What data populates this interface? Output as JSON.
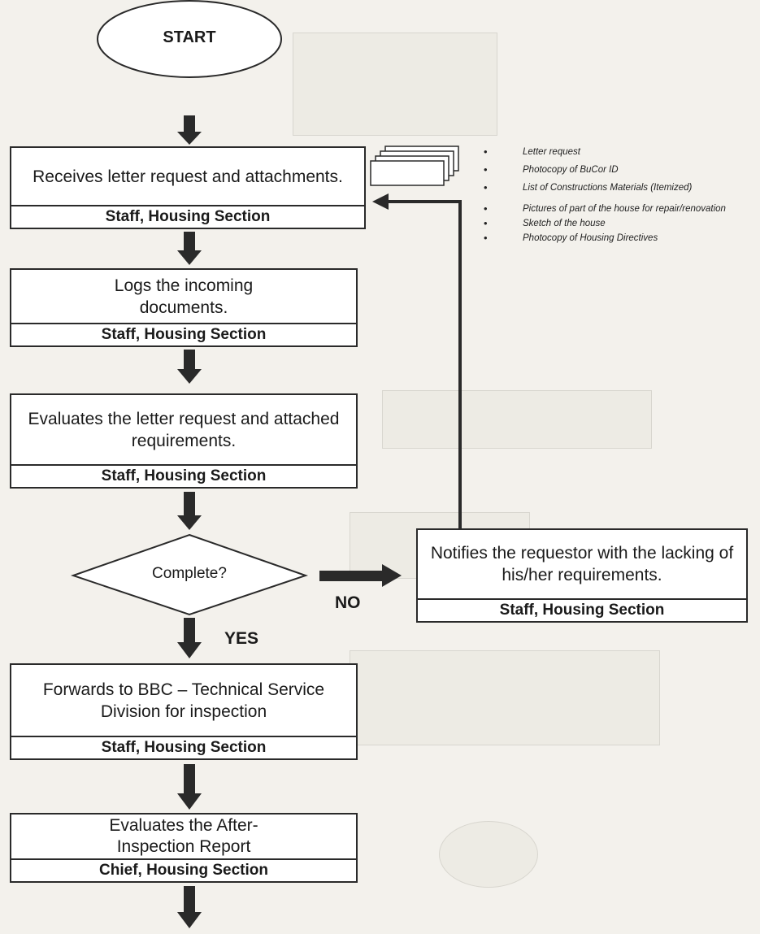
{
  "start_label": "START",
  "decision_label": "Complete?",
  "yes_label": "YES",
  "no_label": "NO",
  "steps": [
    {
      "text": "Receives letter request and attachments.",
      "owner": "Staff, Housing Section"
    },
    {
      "text": "Logs the incoming documents.",
      "owner": "Staff, Housing Section"
    },
    {
      "text": "Evaluates the letter request and attached requirements.",
      "owner": "Staff, Housing Section"
    },
    {
      "text": "Forwards to BBC – Technical Service Division for inspection",
      "owner": "Staff, Housing Section"
    },
    {
      "text": "Evaluates the After-Inspection Report",
      "owner": "Chief, Housing Section"
    }
  ],
  "notify": {
    "text": "Notifies the requestor with the lacking of his/her requirements.",
    "owner": "Staff, Housing Section"
  },
  "documents": [
    "Letter request",
    "Photocopy of BuCor ID",
    "List of Constructions Materials (Itemized)",
    "Pictures of part of the house for repair/renovation",
    "Sketch of the house",
    "Photocopy of Housing Directives"
  ],
  "colors": {
    "line": "#2a2a2a",
    "box_fill": "#ffffff",
    "page": "#f3f1ec"
  },
  "icons": [
    "document-stack-icon",
    "down-arrow-icon",
    "right-arrow-icon",
    "up-arrow-icon"
  ]
}
